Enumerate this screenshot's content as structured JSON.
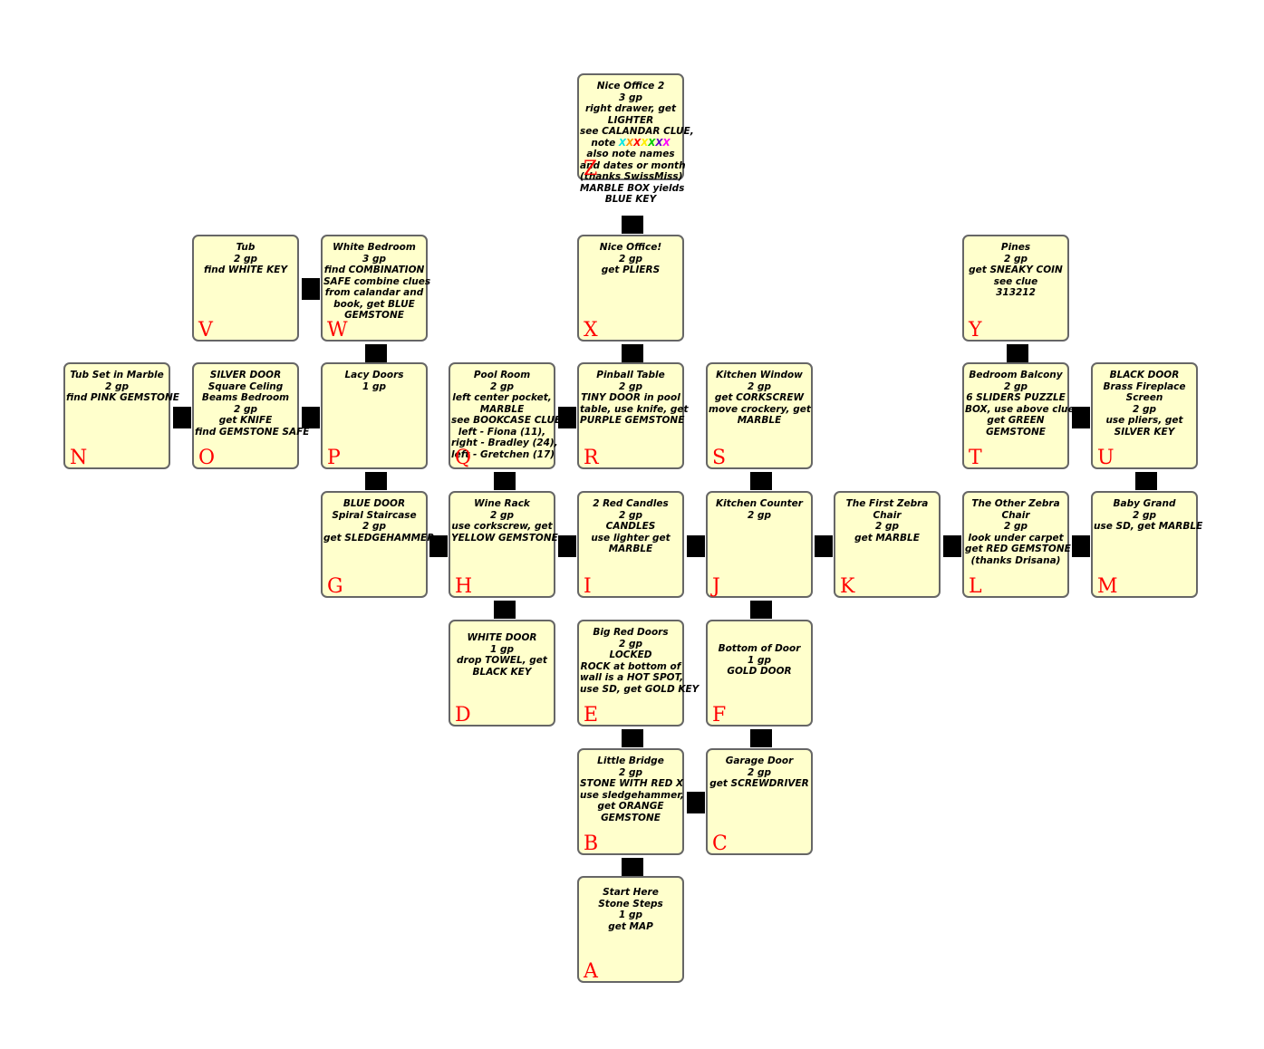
{
  "colors": {
    "room_fill": "#ffffcc",
    "room_border": "#666666",
    "label": "#ff0000",
    "connector": "#000000"
  },
  "rooms": {
    "A": {
      "label": "A",
      "text": "Start Here\nStone Steps\n1 gp\nget MAP"
    },
    "B": {
      "label": "B",
      "text": "Little Bridge\n2 gp\nSTONE WITH RED X\nuse sledgehammer,\nget ORANGE\nGEMSTONE"
    },
    "C": {
      "label": "C",
      "text": "Garage Door\n2 gp\nget SCREWDRIVER"
    },
    "D": {
      "label": "D",
      "text": "WHITE DOOR\n1 gp\ndrop TOWEL, get\nBLACK KEY"
    },
    "E": {
      "label": "E",
      "text": "Big Red Doors\n2 gp\nLOCKED\nROCK at bottom of\nwall is a HOT SPOT,\nuse SD, get GOLD KEY"
    },
    "F": {
      "label": "F",
      "text": "Bottom of Door\n1 gp\nGOLD DOOR"
    },
    "G": {
      "label": "G",
      "text": "BLUE DOOR\nSpiral Staircase\n2 gp\nget SLEDGEHAMMER"
    },
    "H": {
      "label": "H",
      "text": "Wine Rack\n2 gp\nuse corkscrew, get\nYELLOW GEMSTONE"
    },
    "I": {
      "label": "I",
      "text": "2 Red Candles\n2 gp\nCANDLES\nuse lighter get\nMARBLE"
    },
    "J": {
      "label": "J",
      "text": "Kitchen Counter\n2 gp"
    },
    "K": {
      "label": "K",
      "text": "The First Zebra\nChair\n2 gp\nget MARBLE"
    },
    "L": {
      "label": "L",
      "text": "The Other Zebra\nChair\n2 gp\nlook under carpet\nget RED GEMSTONE\n(thanks Drisana)"
    },
    "M": {
      "label": "M",
      "text": "Baby Grand\n2 gp\nuse SD, get MARBLE"
    },
    "N": {
      "label": "N",
      "text": "Tub Set in Marble\n2 gp\nfind PINK GEMSTONE"
    },
    "O": {
      "label": "O",
      "text": "SILVER DOOR\nSquare Celing\nBeams Bedroom\n2 gp\nget KNIFE\nfind GEMSTONE SAFE"
    },
    "P": {
      "label": "P",
      "text": "Lacy Doors\n1 gp"
    },
    "Q": {
      "label": "Q",
      "text": "Pool Room\n2 gp\nleft center pocket,\nMARBLE\nsee BOOKCASE CLUE\nleft - Fiona (11),\nright - Bradley (24),\nleft - Gretchen (17)"
    },
    "R": {
      "label": "R",
      "text": "Pinball Table\n2 gp\nTINY DOOR in pool\ntable, use knife, get\nPURPLE GEMSTONE"
    },
    "S": {
      "label": "S",
      "text": "Kitchen Window\n2 gp\nget CORKSCREW\nmove crockery, get\nMARBLE"
    },
    "T": {
      "label": "T",
      "text": "Bedroom Balcony\n2 gp\n6 SLIDERS PUZZLE\nBOX, use above clue,\nget GREEN\nGEMSTONE"
    },
    "U": {
      "label": "U",
      "text": "BLACK DOOR\nBrass Fireplace\nScreen\n2 gp\nuse pliers, get\nSILVER KEY"
    },
    "V": {
      "label": "V",
      "text": "Tub\n2 gp\nfind WHITE KEY"
    },
    "W": {
      "label": "W",
      "text": "White Bedroom\n3 gp\nfind COMBINATION\nSAFE combine clues\nfrom calandar and\nbook, get BLUE\nGEMSTONE"
    },
    "X": {
      "label": "X",
      "text": "Nice Office!\n2 gp\nget PLIERS"
    },
    "Y": {
      "label": "Y",
      "text": "Pines\n2 gp\nget SNEAKY COIN\nsee clue\n313212"
    },
    "Z": {
      "label": "Z",
      "text_before": "Nice Office 2\n3 gp\nright drawer, get\nLIGHTER\nsee CALANDAR CLUE,\nnote ",
      "text_after": "\nalso note names\nand dates or month\n(thanks SwissMiss)\nMARBLE BOX yields\nBLUE KEY",
      "x_marks": [
        {
          "char": "X",
          "color": "#00e5e5"
        },
        {
          "char": "X",
          "color": "#ff9900"
        },
        {
          "char": "X",
          "color": "#ff0000"
        },
        {
          "char": "X",
          "color": "#ffee00"
        },
        {
          "char": "X",
          "color": "#00cc00"
        },
        {
          "char": "X",
          "color": "#6a00cc"
        },
        {
          "char": "X",
          "color": "#ff00ff"
        }
      ]
    }
  }
}
